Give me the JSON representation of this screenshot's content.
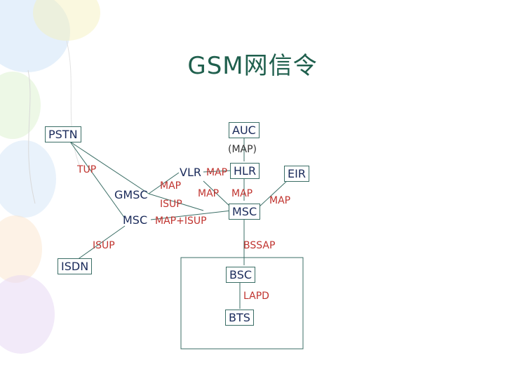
{
  "title": "GSM网信令",
  "nodes": {
    "pstn": "PSTN",
    "auc": "AUC",
    "vlr": "VLR",
    "hlr": "HLR",
    "eir": "EIR",
    "gmsc": "GMSC",
    "msc_left": "MSC",
    "msc_center": "MSC",
    "isdn": "ISDN",
    "bsc": "BSC",
    "bts": "BTS"
  },
  "protocols": {
    "auc_hlr": "(MAP)",
    "pstn_gmsc": "TUP",
    "vlr_hlr": "MAP",
    "gmsc_vlr": "MAP",
    "vlr_msc": "MAP",
    "hlr_msc": "MAP",
    "eir_msc": "MAP",
    "gmsc_msc": "ISUP",
    "msc_msc": "MAP+ISUP",
    "isdn_msc": "ISUP",
    "msc_bsc": "BSSAP",
    "bsc_bts": "LAPD"
  },
  "colors": {
    "title": "#1f5f4d",
    "node_text": "#1a2a5a",
    "protocol_text": "#c0342f",
    "lines": "#3b6e66",
    "balloons": [
      "#cfe3f7",
      "#f5f0b8",
      "#d7f0c8",
      "#e6d6f3",
      "#fbe3c7"
    ]
  }
}
